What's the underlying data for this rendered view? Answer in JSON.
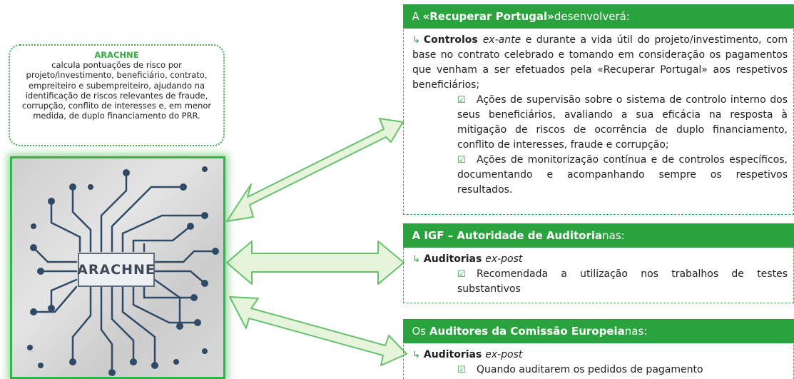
{
  "callout": {
    "title": "ARACHNE",
    "text": "calcula pontuações de risco por projeto/investimento, beneficiário, contrato, empreiteiro e subempreiteiro, ajudando na identificação de riscos relevantes de fraude, corrupção, conflito de interesses e, em menor medida, de duplo financiamento do PRR."
  },
  "chip": {
    "label": "ARACHNE"
  },
  "panels": {
    "recuperar": {
      "header_pre": "A ",
      "header_bold": "«Recuperar Portugal»",
      "header_post": " desenvolverá:",
      "intro_bold": "Controlos ",
      "intro_italic": "ex-ante",
      "intro_rest": " e durante a vida útil do projeto/investimento, com base no contrato celebrado e tomando em consideração os pagamentos que venham a ser efetuados pela «Recuperar Portugal» aos respetivos beneficiários;",
      "item1": "Ações de supervisão sobre o sistema de controlo interno dos seus beneficiários, avaliando a sua eficácia na resposta à mitigação de riscos de ocorrência de duplo financiamento, conflito de interesses, fraude e corrupção;",
      "item2": "Ações de monitorização contínua e de controlos específicos, documentando e acompanhando sempre os respetivos resultados."
    },
    "igf": {
      "header_bold": "A IGF – Autoridade de Auditoria",
      "header_post": " nas:",
      "intro_bold": "Auditorias ",
      "intro_italic": "ex-post",
      "item1": "Recomendada a utilização nos trabalhos de testes substantivos"
    },
    "comissao": {
      "header_pre": "Os ",
      "header_bold": "Auditores da Comissão Europeia",
      "header_post": " nas:",
      "intro_bold": "Auditorias ",
      "intro_italic": "ex-post",
      "item1": "Quando auditarem os pedidos de pagamento"
    }
  },
  "colors": {
    "green": "#2aa23d",
    "arrow_fill": "#e6f4dc",
    "arrow_stroke": "#66c16c"
  }
}
